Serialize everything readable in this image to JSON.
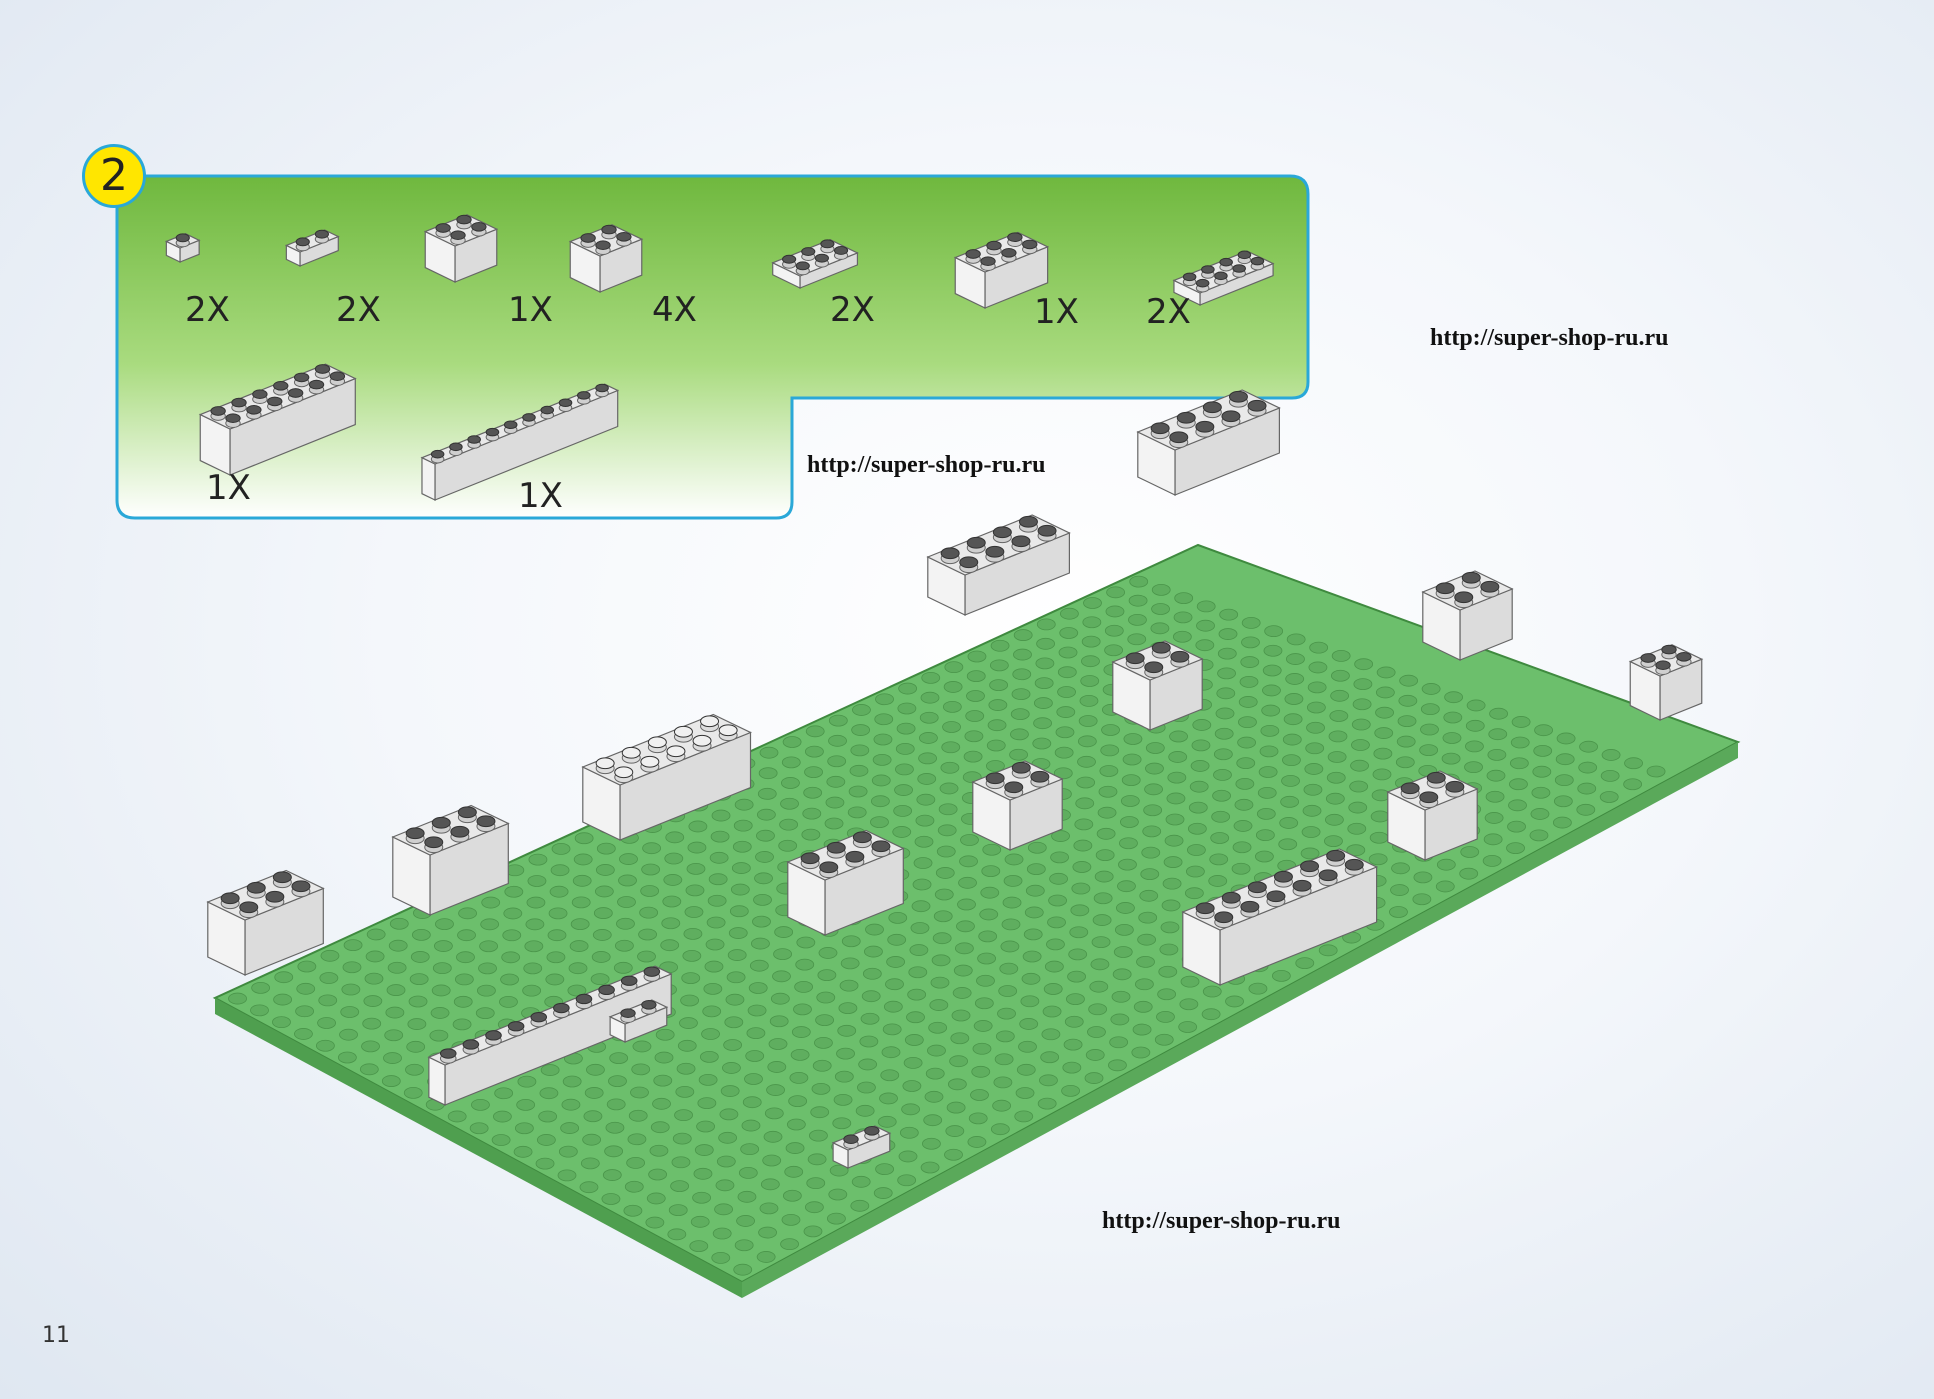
{
  "step": {
    "number": "2"
  },
  "parts": [
    {
      "kind": "brick",
      "size": "1x1",
      "quantity": "2X"
    },
    {
      "kind": "brick",
      "size": "1x2",
      "quantity": "2X"
    },
    {
      "kind": "corner",
      "size": "2x2",
      "quantity": "1X"
    },
    {
      "kind": "brick",
      "size": "2x2",
      "quantity": "4X"
    },
    {
      "kind": "plate",
      "size": "2x3",
      "quantity": "2X"
    },
    {
      "kind": "brick",
      "size": "2x3",
      "quantity": "1X"
    },
    {
      "kind": "plate",
      "size": "2x4",
      "quantity": "2X"
    },
    {
      "kind": "brick",
      "size": "2x6",
      "quantity": "1X"
    },
    {
      "kind": "brick",
      "size": "1x10",
      "quantity": "1X"
    }
  ],
  "watermarks": [
    "http://super-shop-ru.ru",
    "http://super-shop-ru.ru",
    "http://super-shop-ru.ru"
  ],
  "page": {
    "number": "11"
  },
  "colors": {
    "panel_green": "#7cc24a",
    "panel_border": "#2aa8d8",
    "baseplate": "#6cbf6c",
    "brick": "#e9e9e9",
    "stud": "#555555",
    "badge": "#ffe600"
  }
}
